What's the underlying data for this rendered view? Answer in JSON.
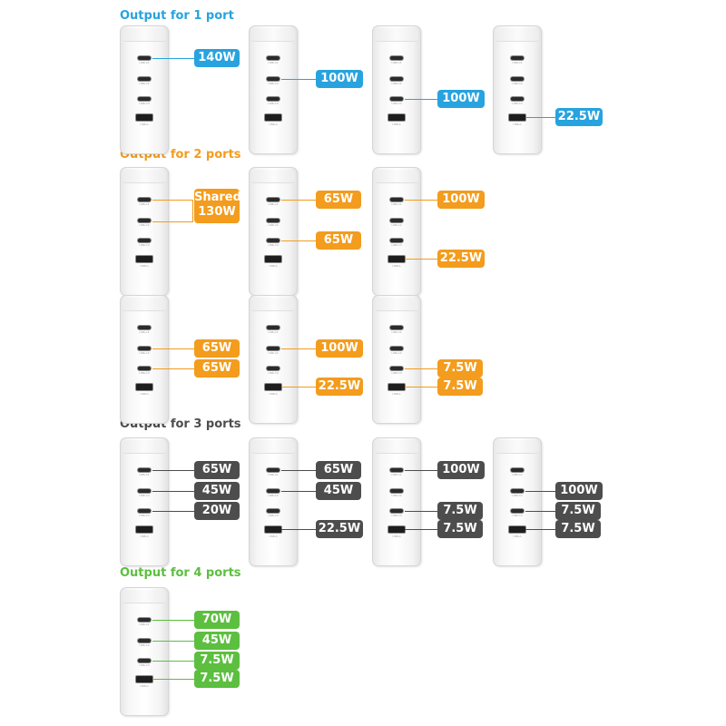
{
  "colors": {
    "blue": "#27a3df",
    "orange": "#f39c1d",
    "gray": "#4d4d4d",
    "green": "#5cbf3f"
  },
  "port_labels": {
    "c1": "USB-C1",
    "c2": "USB-C2",
    "c3": "USB-C3",
    "a": "USB-A"
  },
  "sections": [
    {
      "title": "Output for 1 port",
      "color": "blue"
    },
    {
      "title": "Output for 2 ports",
      "color": "orange"
    },
    {
      "title": "Output for 3 ports",
      "color": "gray"
    },
    {
      "title": "Output for 4 ports",
      "color": "green"
    }
  ],
  "chargers": [
    {
      "group": 0,
      "badges": [
        {
          "port": "c1",
          "value": "140W"
        }
      ]
    },
    {
      "group": 0,
      "badges": [
        {
          "port": "c2",
          "value": "100W"
        }
      ]
    },
    {
      "group": 0,
      "badges": [
        {
          "port": "c3",
          "value": "100W"
        }
      ]
    },
    {
      "group": 0,
      "badges": [
        {
          "port": "a",
          "value": "22.5W"
        }
      ]
    },
    {
      "group": 1,
      "shared": true,
      "badges": [
        {
          "port": "c1-c2",
          "value": "Shared",
          "value2": "130W"
        }
      ]
    },
    {
      "group": 1,
      "badges": [
        {
          "port": "c1",
          "value": "65W"
        },
        {
          "port": "c3",
          "value": "65W"
        }
      ]
    },
    {
      "group": 1,
      "badges": [
        {
          "port": "c1",
          "value": "100W"
        },
        {
          "port": "a",
          "value": "22.5W"
        }
      ]
    },
    {
      "group": 1,
      "badges": [
        {
          "port": "c2",
          "value": "65W"
        },
        {
          "port": "c3",
          "value": "65W"
        }
      ]
    },
    {
      "group": 1,
      "badges": [
        {
          "port": "c2",
          "value": "100W"
        },
        {
          "port": "a",
          "value": "22.5W"
        }
      ]
    },
    {
      "group": 1,
      "badges": [
        {
          "port": "c3",
          "value": "7.5W"
        },
        {
          "port": "a",
          "value": "7.5W"
        }
      ]
    },
    {
      "group": 2,
      "badges": [
        {
          "port": "c1",
          "value": "65W"
        },
        {
          "port": "c2",
          "value": "45W"
        },
        {
          "port": "c3",
          "value": "20W"
        }
      ]
    },
    {
      "group": 2,
      "badges": [
        {
          "port": "c1",
          "value": "65W"
        },
        {
          "port": "c2",
          "value": "45W"
        },
        {
          "port": "a",
          "value": "22.5W"
        }
      ]
    },
    {
      "group": 2,
      "badges": [
        {
          "port": "c1",
          "value": "100W"
        },
        {
          "port": "c3",
          "value": "7.5W"
        },
        {
          "port": "a",
          "value": "7.5W"
        }
      ]
    },
    {
      "group": 2,
      "badges": [
        {
          "port": "c2",
          "value": "100W"
        },
        {
          "port": "c3",
          "value": "7.5W"
        },
        {
          "port": "a",
          "value": "7.5W"
        }
      ]
    },
    {
      "group": 3,
      "badges": [
        {
          "port": "c1",
          "value": "70W"
        },
        {
          "port": "c2",
          "value": "45W"
        },
        {
          "port": "c3",
          "value": "7.5W"
        },
        {
          "port": "a",
          "value": "7.5W"
        }
      ]
    }
  ]
}
